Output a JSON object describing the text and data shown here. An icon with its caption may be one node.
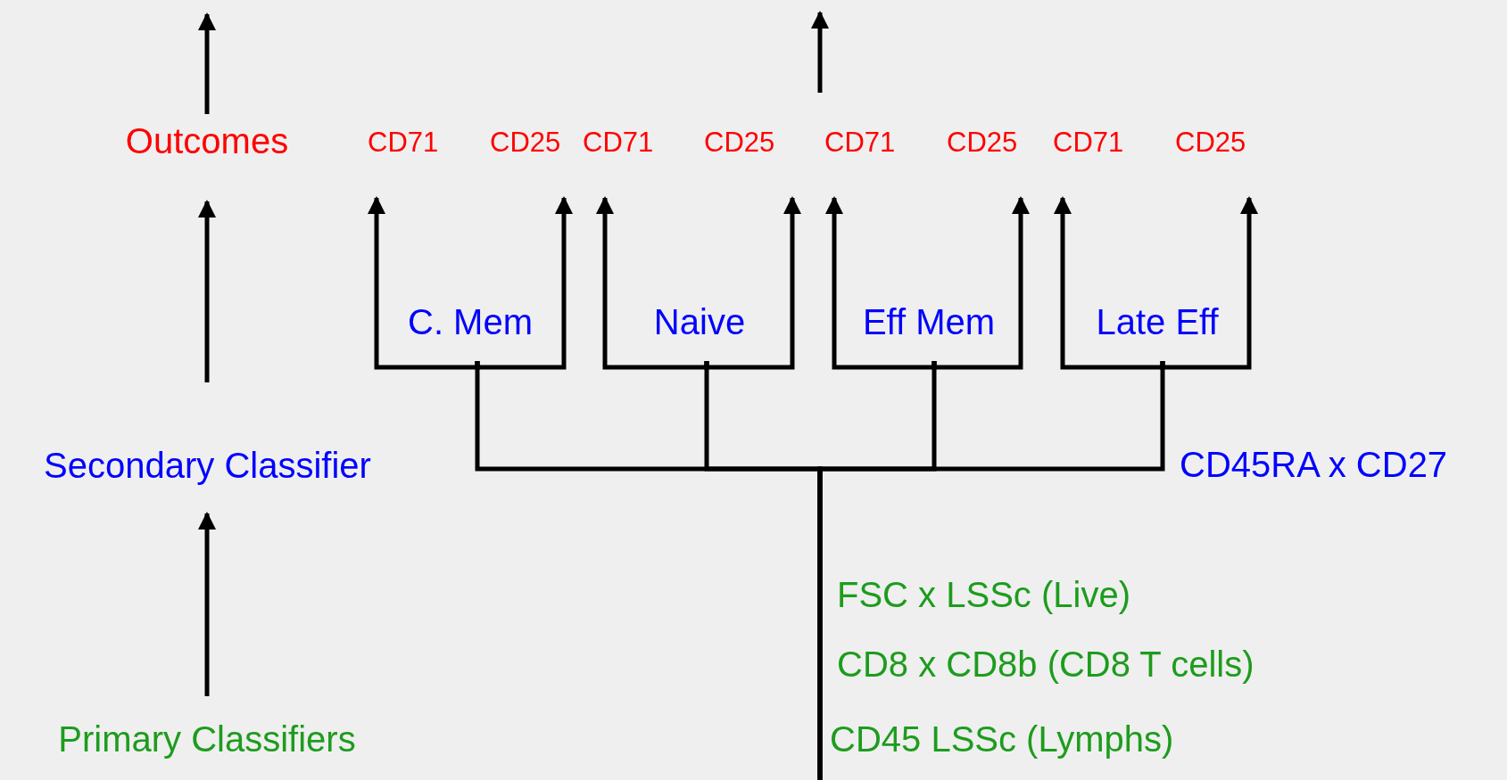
{
  "diagram": {
    "nodes": [
      {
        "text": [
          "Outcomes"
        ]
      },
      {
        "text": [
          "CD71"
        ]
      },
      {
        "text": [
          "CD25"
        ]
      },
      {
        "text": [
          "CD71"
        ]
      },
      {
        "text": [
          "CD25"
        ]
      },
      {
        "text": [
          "CD71"
        ]
      },
      {
        "text": [
          "CD25"
        ]
      },
      {
        "text": [
          "CD71"
        ]
      },
      {
        "text": [
          "CD25"
        ]
      },
      {
        "text": [
          "C. Mem"
        ]
      },
      {
        "text": [
          "Naive"
        ]
      },
      {
        "text": [
          "Eff Mem"
        ]
      },
      {
        "text": [
          "Late Eff"
        ]
      },
      {
        "text": [
          "Secondary Classifier"
        ]
      },
      {
        "text": [
          "Primary Classifiers"
        ]
      }
    ],
    "edges": [
      {
        "from": 14,
        "to": 13,
        "arrow": "to"
      },
      {
        "from": 13,
        "to": 0,
        "arrow": "to"
      },
      {
        "from": 0,
        "to": null,
        "arrow": "to"
      },
      {
        "from": null,
        "to": 9,
        "arrow": "none"
      },
      {
        "from": null,
        "to": 10,
        "arrow": "none"
      },
      {
        "from": null,
        "to": 11,
        "arrow": "none"
      },
      {
        "from": null,
        "to": 12,
        "arrow": "none"
      },
      {
        "from": 9,
        "to": 1,
        "arrow": "to"
      },
      {
        "from": 9,
        "to": 2,
        "arrow": "to"
      },
      {
        "from": 10,
        "to": 3,
        "arrow": "to"
      },
      {
        "from": 10,
        "to": 4,
        "arrow": "to"
      },
      {
        "from": 11,
        "to": 5,
        "arrow": "to"
      },
      {
        "from": 11,
        "to": 6,
        "arrow": "to"
      },
      {
        "from": 12,
        "to": 7,
        "arrow": "to"
      },
      {
        "from": 12,
        "to": 8,
        "arrow": "to"
      }
    ],
    "labels": [
      "CD45RA x CD27",
      "FSC x LSSc (Live)",
      "CD8 x CD8b (CD8 T cells)",
      "CD45 LSSc (Lymphs)"
    ]
  }
}
